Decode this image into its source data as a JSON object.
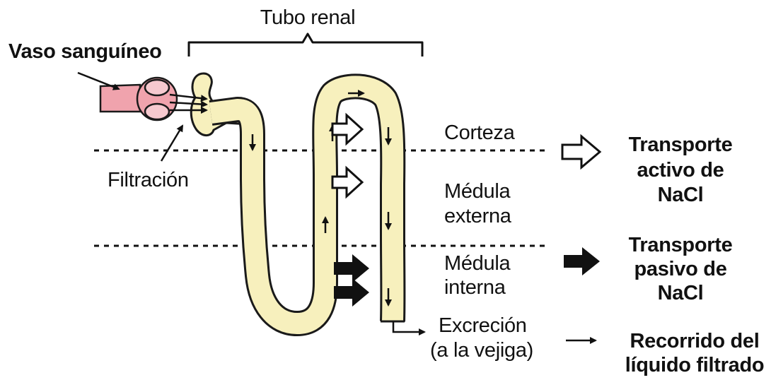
{
  "labels": {
    "tubo_renal": "Tubo renal",
    "vaso_sanguineo": "Vaso sanguíneo",
    "filtracion": "Filtración",
    "corteza": "Corteza",
    "medula_externa_1": "Médula",
    "medula_externa_2": "externa",
    "medula_interna_1": "Médula",
    "medula_interna_2": "interna",
    "excrecion_1": "Excreción",
    "excrecion_2": "(a la vejiga)"
  },
  "legend": {
    "activo_1": "Transporte",
    "activo_2": "activo de",
    "activo_3": "NaCl",
    "pasivo_1": "Transporte",
    "pasivo_2": "pasivo de",
    "pasivo_3": "NaCl",
    "recorrido_1": "Recorrido del",
    "recorrido_2": "líquido filtrado"
  },
  "colors": {
    "tubule_fill": "#f7f0bd",
    "tubule_outline": "#1a1a1a",
    "vessel_fill": "#f0a3ad",
    "glomerulus_fill": "#f6c9cf",
    "ink": "#111111"
  }
}
